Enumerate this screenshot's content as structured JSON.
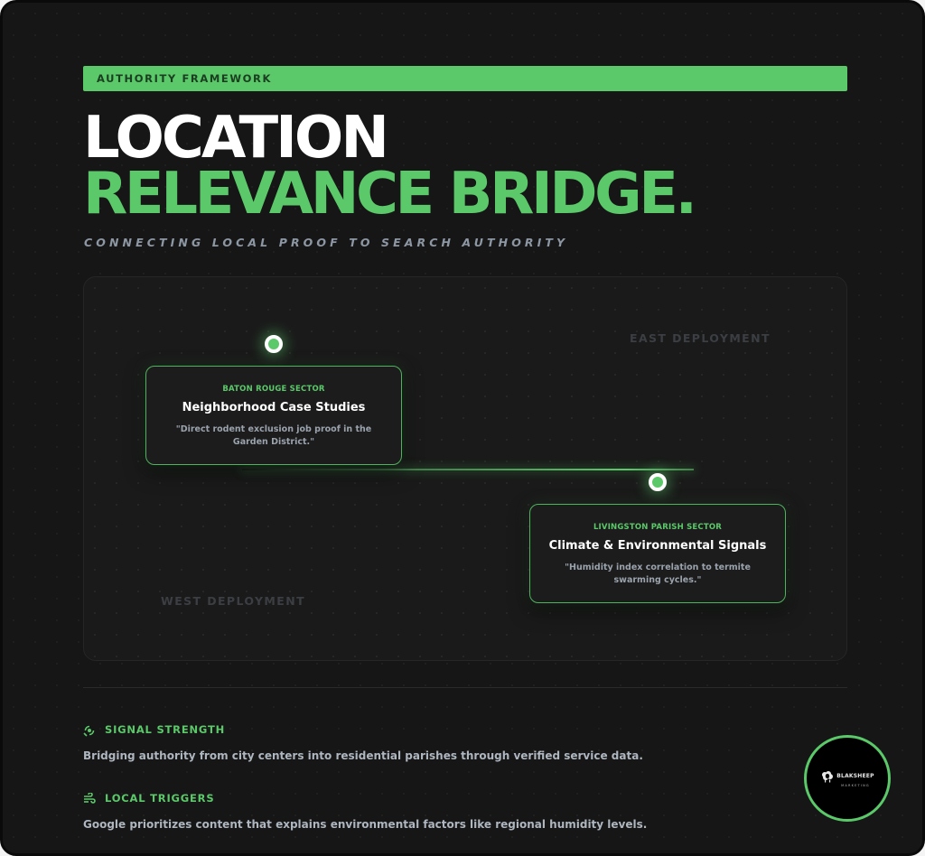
{
  "banner": {
    "label": "AUTHORITY FRAMEWORK"
  },
  "hero": {
    "title_line_1": "LOCATION",
    "title_line_2": "RELEVANCE BRIDGE.",
    "subtitle": "CONNECTING LOCAL PROOF TO SEARCH AUTHORITY"
  },
  "map": {
    "east_label": "EAST DEPLOYMENT",
    "west_label": "WEST DEPLOYMENT",
    "cards": [
      {
        "sector": "BATON ROUGE SECTOR",
        "title": "Neighborhood Case Studies",
        "quote": "\"Direct rodent exclusion job proof in the Garden District.\""
      },
      {
        "sector": "LIVINGSTON PARISH SECTOR",
        "title": "Climate & Environmental Signals",
        "quote": "\"Humidity index correlation to termite swarming cycles.\""
      }
    ]
  },
  "features": [
    {
      "icon": "satellite-signal-icon",
      "label": "SIGNAL STRENGTH",
      "body": "Bridging authority from city centers into residential parishes through verified service data."
    },
    {
      "icon": "wind-icon",
      "label": "LOCAL TRIGGERS",
      "body": "Google prioritizes content that explains environmental factors like regional humidity levels."
    }
  ],
  "badge": {
    "name": "BLAKSHEEP",
    "tagline": "MARKETING",
    "icon": "sheep-logo-icon"
  },
  "colors": {
    "accent": "#5bc96a",
    "background": "#161616",
    "panel": "#1a1a1a",
    "text_muted": "#aeb6bf"
  }
}
